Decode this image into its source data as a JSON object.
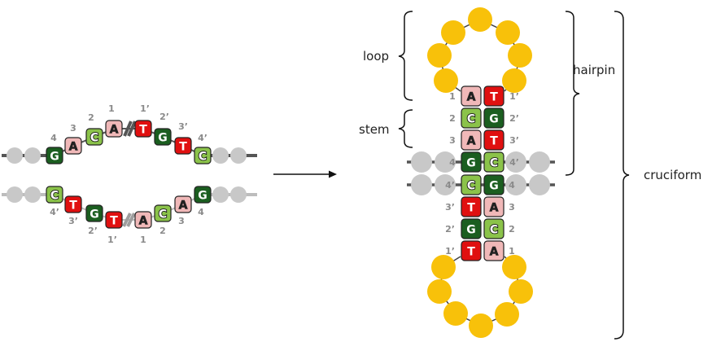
{
  "labels": {
    "loop": "loop",
    "stem": "stem",
    "hairpin": "hairpin",
    "cruciform": "cruciform"
  },
  "colors": {
    "G": "#1b5e20",
    "C": "#8bc34a",
    "A": "#f0b8b8",
    "T": "#e01010",
    "loop_bead": "#f8c10a",
    "backbone_bead": "#c8c8c8",
    "backbone_line": "#555555"
  },
  "left_top_strand": [
    {
      "base": "G",
      "num": "4"
    },
    {
      "base": "A",
      "num": "3"
    },
    {
      "base": "C",
      "num": "2"
    },
    {
      "base": "A",
      "num": "1"
    },
    {
      "base": "T",
      "num": "1’"
    },
    {
      "base": "G",
      "num": "2’"
    },
    {
      "base": "T",
      "num": "3’"
    },
    {
      "base": "C",
      "num": "4’"
    }
  ],
  "left_bottom_strand": [
    {
      "base": "C",
      "num": "4’"
    },
    {
      "base": "T",
      "num": "3’"
    },
    {
      "base": "G",
      "num": "2’"
    },
    {
      "base": "T",
      "num": "1’"
    },
    {
      "base": "A",
      "num": "1"
    },
    {
      "base": "C",
      "num": "2"
    },
    {
      "base": "A",
      "num": "3"
    },
    {
      "base": "G",
      "num": "4"
    }
  ],
  "upper_hairpin": [
    {
      "left": "A",
      "right": "T",
      "lnum": "1",
      "rnum": "1’"
    },
    {
      "left": "C",
      "right": "G",
      "lnum": "2",
      "rnum": "2’"
    },
    {
      "left": "A",
      "right": "T",
      "lnum": "3",
      "rnum": "3’"
    },
    {
      "left": "G",
      "right": "C",
      "lnum": "4",
      "rnum": "4’"
    }
  ],
  "lower_hairpin": [
    {
      "left": "C",
      "right": "G",
      "lnum": "4’",
      "rnum": "4"
    },
    {
      "left": "T",
      "right": "A",
      "lnum": "3’",
      "rnum": "3"
    },
    {
      "left": "G",
      "right": "C",
      "lnum": "2’",
      "rnum": "2"
    },
    {
      "left": "T",
      "right": "A",
      "lnum": "1’",
      "rnum": "1"
    }
  ]
}
